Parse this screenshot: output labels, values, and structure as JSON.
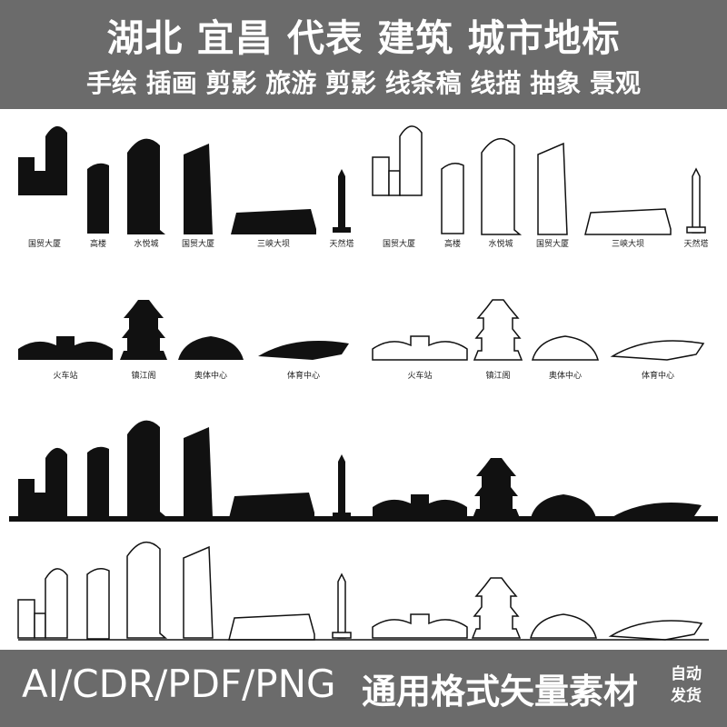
{
  "title": {
    "line1": "湖北 宜昌 代表  建筑 城市地标",
    "line2": "手绘 插画 剪影 旅游 剪影 线条稿 线描 抽象 景观"
  },
  "footer": {
    "formats": "AI/CDR/PDF/PNG",
    "formats_cn": "通用格式矢量素材",
    "auto_ship_1": "自动",
    "auto_ship_2": "发货"
  },
  "landmarks": {
    "guomao": "国贸大厦",
    "gaolou": "高楼",
    "shuiyuecheng": "水悦城",
    "sanxia": "三峡大坝",
    "tianranta": "天然塔",
    "huochezhan": "火车站",
    "zhenjiangge": "镇江阁",
    "aoti": "奥体中心",
    "tiyu": "体育中心"
  },
  "colors": {
    "banner": "#6b6b6b",
    "ink": "#111111",
    "paper": "#ffffff"
  }
}
